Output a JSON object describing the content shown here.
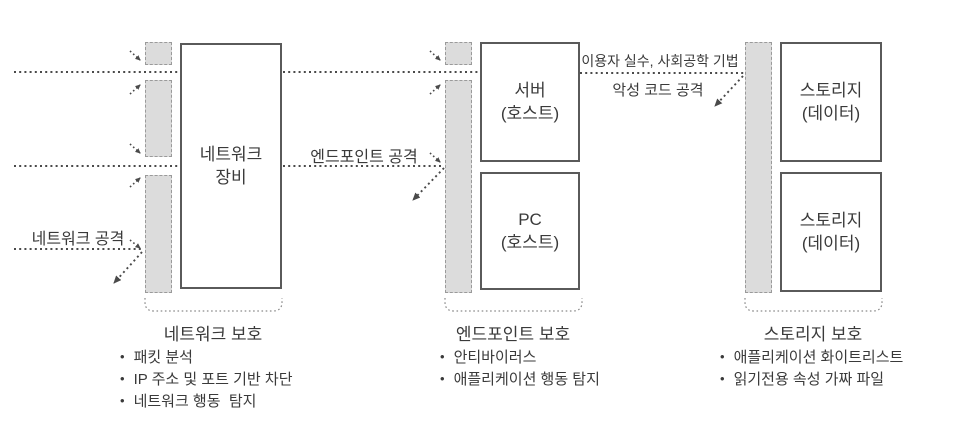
{
  "diagram": {
    "boxes": {
      "network_device": {
        "line1": "네트워크",
        "line2": "장비"
      },
      "server": {
        "line1": "서버",
        "line2": "(호스트)"
      },
      "pc": {
        "line1": "PC",
        "line2": "(호스트)"
      },
      "storage_top": {
        "line1": "스토리지",
        "line2": "(데이터)"
      },
      "storage_bottom": {
        "line1": "스토리지",
        "line2": "(데이터)"
      }
    },
    "attack_labels": {
      "network_attack": "네트워크 공격",
      "endpoint_attack": "엔드포인트 공격",
      "social_engineering": "이용자 실수, 사회공학 기법",
      "malware_attack": "악성 코드 공격"
    },
    "sections": [
      {
        "label": "네트워크 보호",
        "items": [
          "패킷 분석",
          "IP 주소 및 포트 기반 차단",
          "네트워크 행동  탐지"
        ]
      },
      {
        "label": "엔드포인트 보호",
        "items": [
          "안티바이러스",
          "애플리케이션 행동 탐지"
        ]
      },
      {
        "label": "스토리지 보호",
        "items": [
          "애플리케이션 화이트리스트",
          "읽기전용 속성 가짜 파일"
        ]
      }
    ],
    "colors": {
      "bar_fill": "#dcdcdc",
      "bar_border": "#9a9a9a",
      "box_border": "#5a5a5a",
      "line": "#4a4a4a",
      "bracket": "#8a8a8a",
      "text": "#3a3a3a",
      "background": "#ffffff"
    }
  }
}
